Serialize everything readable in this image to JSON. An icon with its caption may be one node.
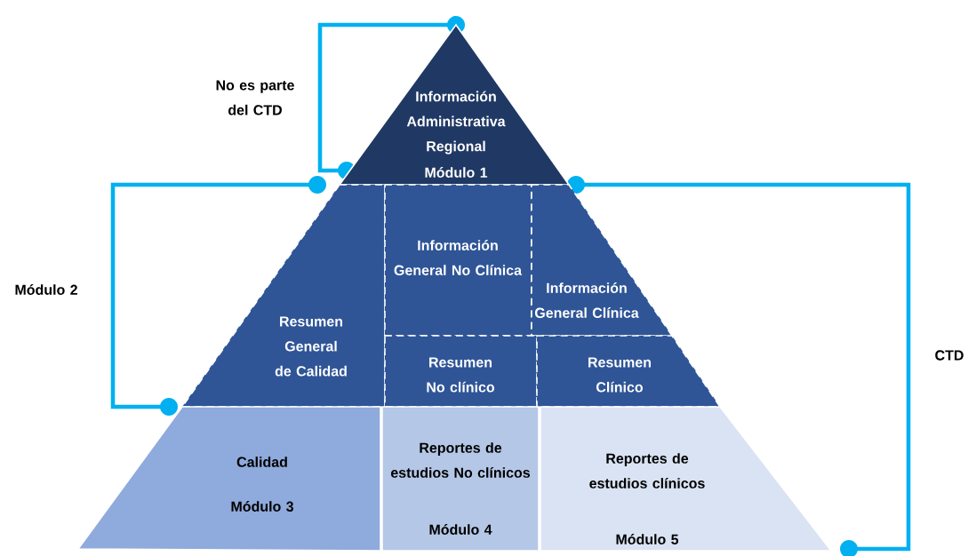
{
  "diagram": {
    "nodes": [
      {
        "text": [
          "Información Administrativa Regional",
          "Módulo 1"
        ]
      },
      {
        "text": [
          "Resumen General de Calidad"
        ]
      },
      {
        "text": [
          "Información General No Clínica"
        ]
      },
      {
        "text": [
          "Información General Clínica"
        ]
      },
      {
        "text": [
          "Resumen No clínico"
        ]
      },
      {
        "text": [
          "Resumen Clínico"
        ]
      },
      {
        "text": [
          "Calidad",
          "Módulo 3"
        ]
      },
      {
        "text": [
          "Reportes de estudios No clínicos",
          "Módulo 4"
        ]
      },
      {
        "text": [
          "Reportes de estudios clínicos",
          "Módulo 5"
        ]
      }
    ],
    "labels": [
      "No es parte del CTD",
      "Módulo 2",
      "CTD"
    ]
  }
}
